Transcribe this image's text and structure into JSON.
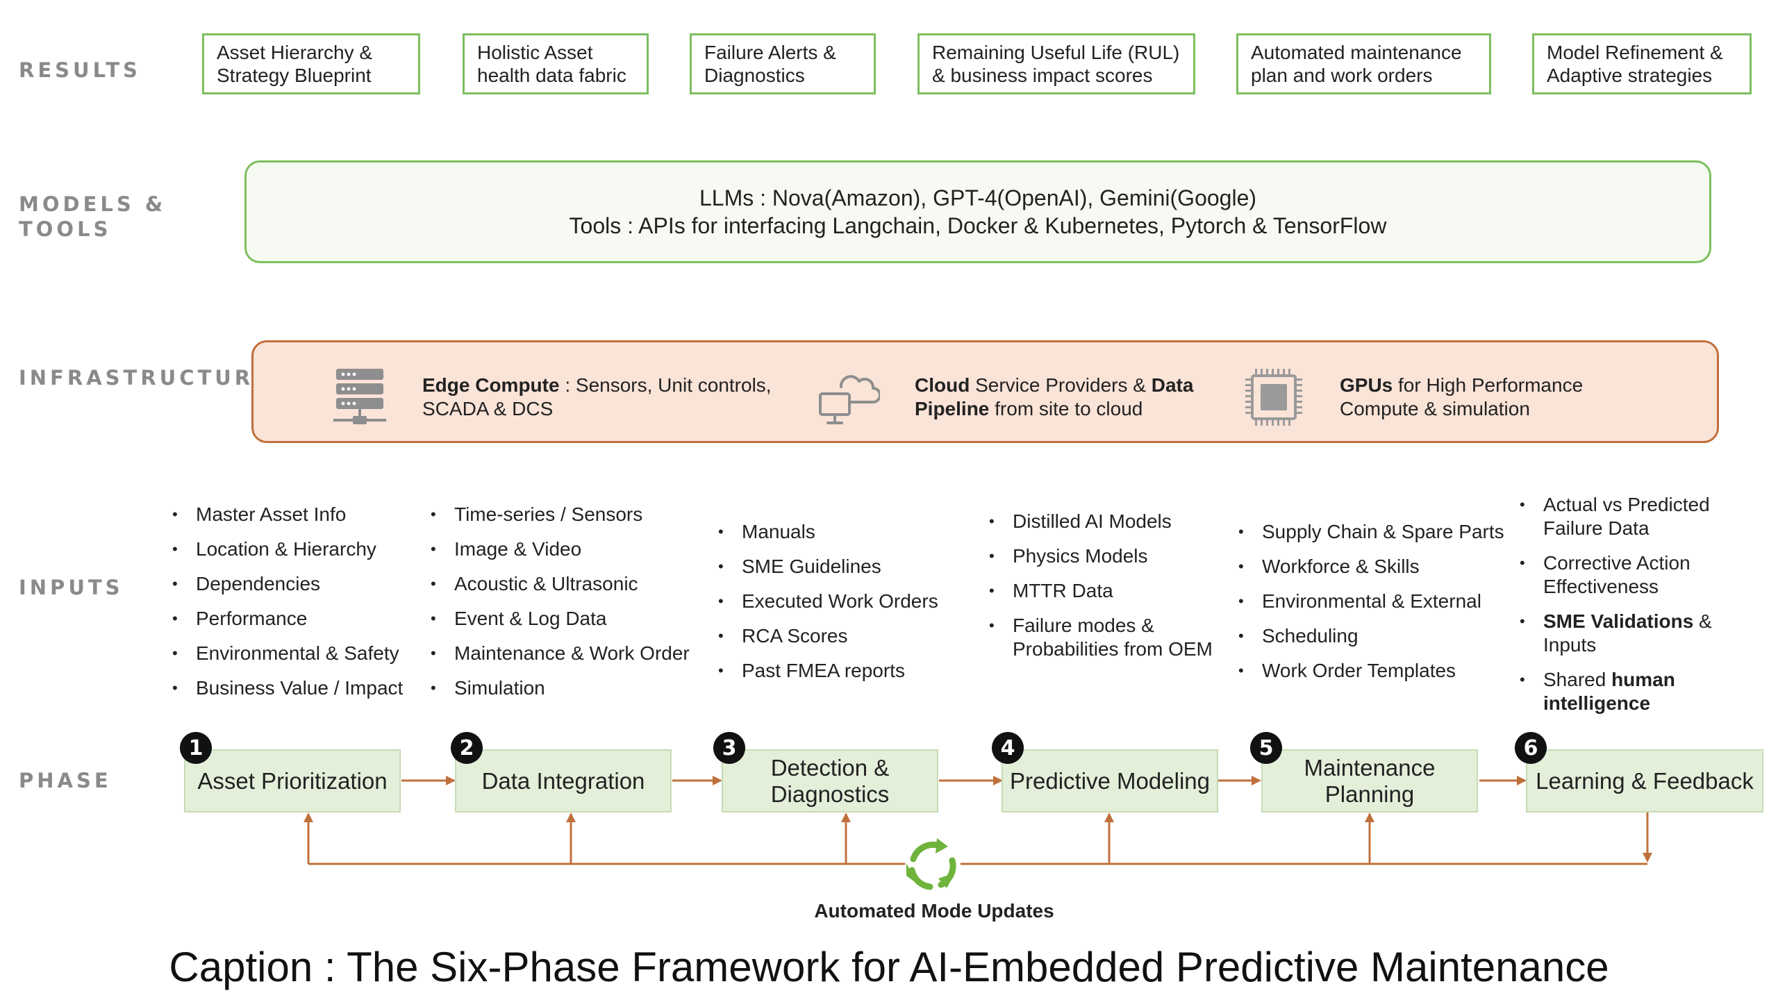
{
  "row_labels": {
    "results": "RESULTS",
    "models_line1": "MODELS &",
    "models_line2": "TOOLS",
    "infrastructure": "INFRASTRUCTURE",
    "inputs": "INPUTS",
    "phase": "PHASE"
  },
  "results": [
    {
      "line1": "Asset Hierarchy &",
      "line2": "Strategy Blueprint"
    },
    {
      "line1": "Holistic Asset",
      "line2": "health data fabric"
    },
    {
      "line1": "Failure Alerts &",
      "line2": "Diagnostics"
    },
    {
      "line1": "Remaining Useful Life (RUL)",
      "line2": "& business impact scores"
    },
    {
      "line1": "Automated maintenance",
      "line2": "plan and work orders"
    },
    {
      "line1": "Model Refinement &",
      "line2": "Adaptive strategies"
    }
  ],
  "models": {
    "line1": "LLMs : Nova(Amazon), GPT-4(OpenAI), Gemini(Google)",
    "line2": "Tools :  APIs for interfacing Langchain, Docker & Kubernetes, Pytorch & TensorFlow"
  },
  "infrastructure": {
    "edge": {
      "bold": "Edge Compute",
      "rest1": " : Sensors, Unit controls,",
      "line2": "SCADA & DCS",
      "icon": "server-rack-icon"
    },
    "cloud": {
      "bold1": "Cloud",
      "mid": " Service Providers & ",
      "bold2": "Data",
      "bold3": "Pipeline",
      "rest": " from site to cloud",
      "icon": "cloud-computer-icon"
    },
    "gpu": {
      "bold": "GPUs",
      "rest1": " for High Performance",
      "line2": "Compute & simulation",
      "icon": "processor-chip-icon"
    }
  },
  "inputs": {
    "col1": [
      "Master Asset Info",
      "Location & Hierarchy",
      "Dependencies",
      "Performance",
      "Environmental & Safety",
      "Business Value / Impact"
    ],
    "col2": [
      "Time-series / Sensors",
      "Image & Video",
      "Acoustic & Ultrasonic",
      "Event & Log Data",
      "Maintenance & Work Order",
      "Simulation"
    ],
    "col3": [
      "Manuals",
      "SME Guidelines",
      "Executed Work Orders",
      "RCA Scores",
      "Past FMEA reports"
    ],
    "col4": [
      "Distilled AI Models",
      "Physics Models",
      "MTTR Data",
      "Failure modes & Probabilities from OEM"
    ],
    "col5": [
      "Supply Chain & Spare Parts",
      "Workforce & Skills",
      "Environmental & External",
      "Scheduling",
      "Work Order Templates"
    ],
    "col6": {
      "item1": "Actual vs Predicted Failure Data",
      "item2": "Corrective Action Effectiveness",
      "item3_bold": "SME Validations",
      "item3_rest": " & Inputs",
      "item4_plain": "Shared ",
      "item4_bold": "human intelligence"
    }
  },
  "phases": [
    {
      "num": "1",
      "label": "Asset Prioritization"
    },
    {
      "num": "2",
      "label": "Data Integration"
    },
    {
      "num": "3",
      "label": "Detection & Diagnostics"
    },
    {
      "num": "4",
      "label": "Predictive Modeling"
    },
    {
      "num": "5",
      "label": "Maintenance Planning"
    },
    {
      "num": "6",
      "label": "Learning & Feedback"
    }
  ],
  "loop_label": "Automated Mode Updates",
  "caption": "Caption : The Six-Phase Framework for AI-Embedded Predictive Maintenance",
  "colors": {
    "green_border": "#7cbf5f",
    "orange_border": "#c0703c",
    "infra_fill": "#fae3d7",
    "phase_fill": "#e4efda",
    "arrow": "#c0703c"
  }
}
